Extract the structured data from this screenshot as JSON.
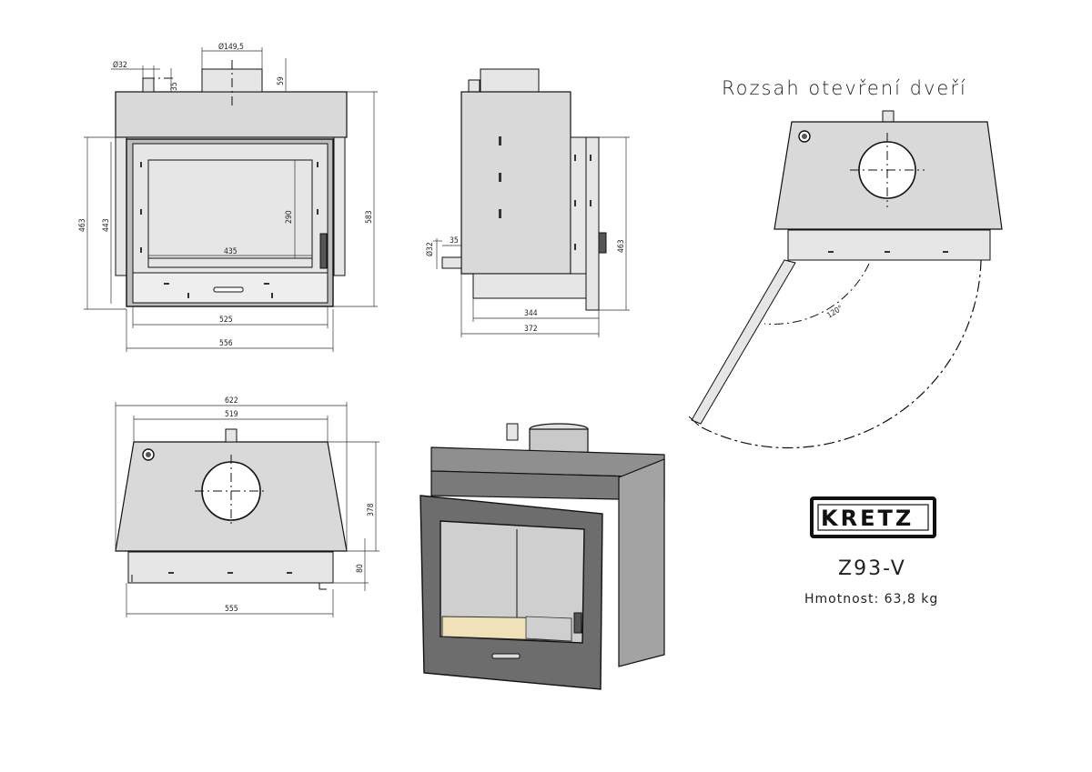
{
  "header": {
    "door_range_caption": "Rozsah otevření dveří"
  },
  "brand": {
    "logo_text": "KRETZ"
  },
  "product": {
    "model": "Z93-V",
    "weight": "Hmotnost: 63,8 kg"
  },
  "front_view": {
    "dims": {
      "flue_diameter": "Ø149,5",
      "pipe_diameter": "Ø32",
      "pipe_offset": "35",
      "flue_height": "59",
      "glass_height": "290",
      "glass_width": "435",
      "left_height_outer": "463",
      "left_height_inner": "443",
      "total_height": "583",
      "door_width": "525",
      "total_width": "556"
    }
  },
  "side_view": {
    "dims": {
      "pipe_diameter": "Ø32",
      "pipe_offset": "35",
      "height": "463",
      "depth_inner": "344",
      "depth_total": "372"
    }
  },
  "top_view": {
    "dims": {
      "top_width": "622",
      "back_width": "519",
      "depth": "378",
      "door_depth": "80",
      "bottom_width": "555"
    }
  },
  "door_view": {
    "dims": {
      "angle": "120°"
    }
  },
  "colors": {
    "line": "#111111",
    "fill_light": "#e6e6e6",
    "fill_body": "#d9d9d9",
    "fill_frame": "#bdbdbd",
    "firebed": "#efe2b8"
  }
}
